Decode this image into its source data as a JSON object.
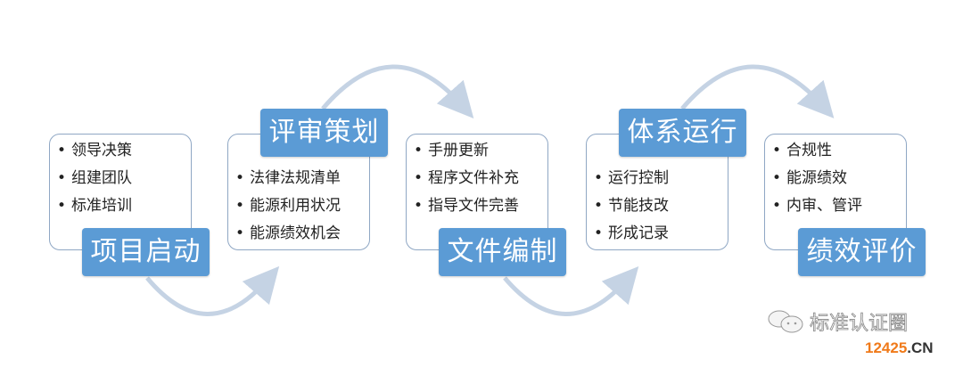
{
  "stages": [
    {
      "title": "项目启动",
      "items": [
        "领导决策",
        "组建团队",
        "标准培训"
      ]
    },
    {
      "title": "评审策划",
      "items": [
        "法律法规清单",
        "能源利用状况",
        "能源绩效机会"
      ]
    },
    {
      "title": "文件编制",
      "items": [
        "手册更新",
        "程序文件补充",
        "指导文件完善"
      ]
    },
    {
      "title": "体系运行",
      "items": [
        "运行控制",
        "节能技改",
        "形成记录"
      ]
    },
    {
      "title": "绩效评价",
      "items": [
        "合规性",
        "能源绩效",
        "内审、管评"
      ]
    }
  ],
  "watermark": {
    "text": "标准认证圈",
    "site_number": "12425",
    "site_suffix": ".CN",
    "icon": "wechat-icon"
  },
  "colors": {
    "label_bg": "#5b9bd5",
    "box_border": "#8fa7c4",
    "arc": "#c5d3e4",
    "site_accent": "#f07a1a"
  }
}
